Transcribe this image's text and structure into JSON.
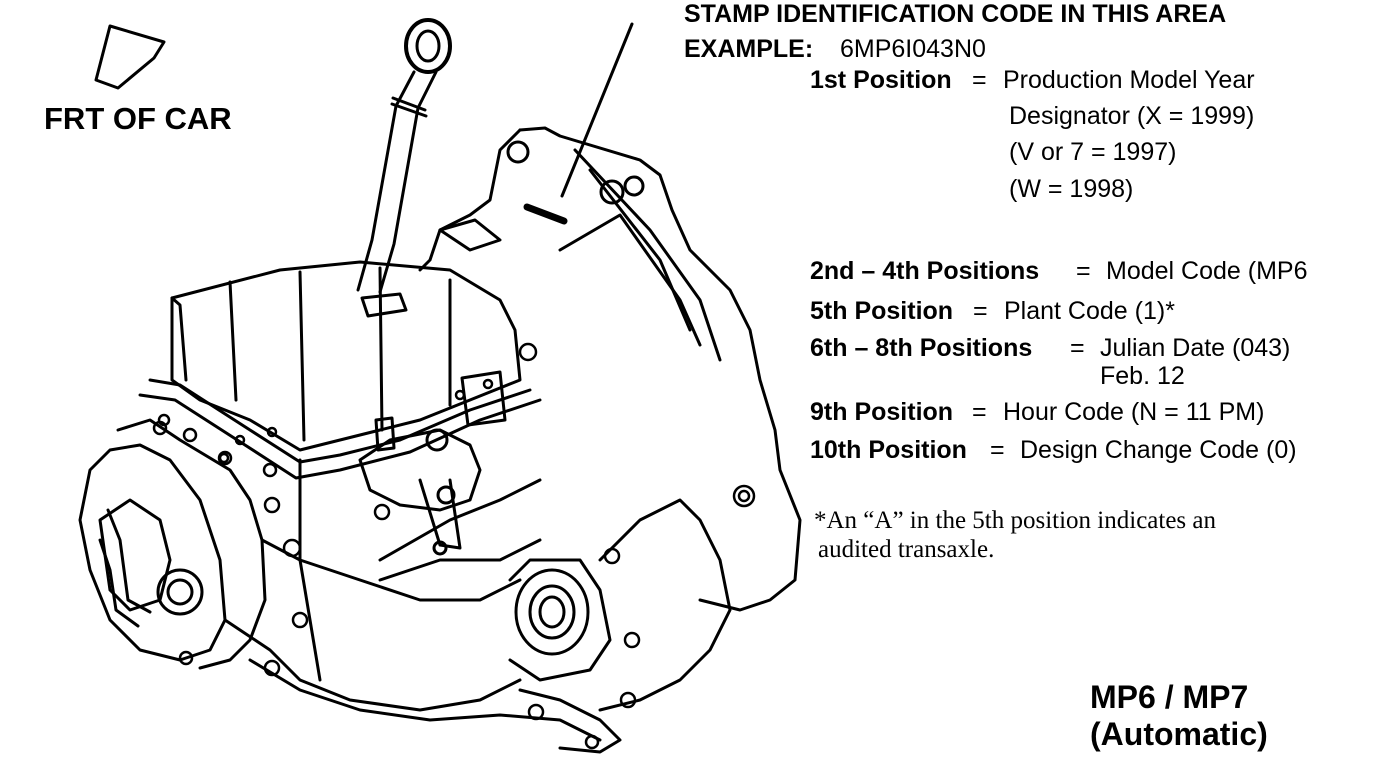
{
  "header": {
    "stamp_title": "STAMP IDENTIFICATION CODE IN THIS AREA",
    "example_label": "EXAMPLE:",
    "example_value": "6MP6I043N0"
  },
  "direction_label": "FRT OF CAR",
  "positions": [
    {
      "label": "1st Position",
      "sep": "=",
      "text": "Production Model Year",
      "extra": [
        "Designator (X = 1999)",
        "(V or 7 = 1997)",
        "(W = 1998)"
      ]
    },
    {
      "label": "2nd – 4th Positions",
      "sep": "=",
      "text": "Model Code (MP6"
    },
    {
      "label": "5th Position",
      "sep": "=",
      "text": "Plant Code (1)*"
    },
    {
      "label": "6th – 8th Positions",
      "sep": "=",
      "text": "Julian Date (043)",
      "extra": [
        "Feb. 12"
      ]
    },
    {
      "label": "9th Position",
      "sep": "=",
      "text": "Hour Code (N = 11 PM)"
    },
    {
      "label": "10th Position",
      "sep": "=",
      "text": "Design Change Code (0)"
    }
  ],
  "footnote": {
    "line1": "*An “A” in the 5th position indicates an",
    "line2": "audited transaxle."
  },
  "model": {
    "line1": "MP6 / MP7",
    "line2": "(Automatic)"
  },
  "illustration": {
    "subject": "automatic-transaxle-line-drawing",
    "line_color": "#000000",
    "background": "#ffffff"
  }
}
